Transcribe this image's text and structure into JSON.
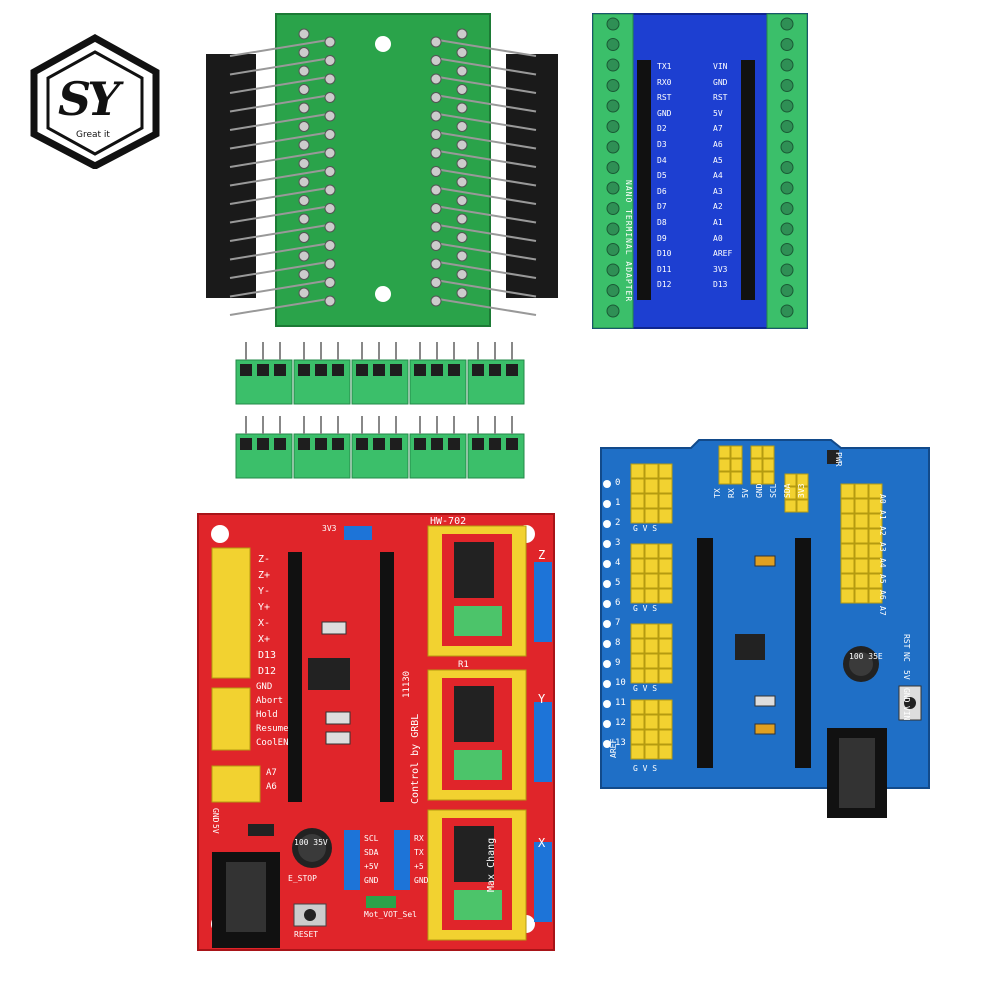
{
  "logo": {
    "letters": "SY",
    "tagline": "Great it"
  },
  "blue_adapter": {
    "title": "NANO TERMINAL ADAPTER",
    "left_pins": [
      "TX1",
      "RX0",
      "RST",
      "GND",
      "D2",
      "D3",
      "D4",
      "D5",
      "D6",
      "D7",
      "D8",
      "D9",
      "D10",
      "D11",
      "D12"
    ],
    "right_pins": [
      "VIN",
      "GND",
      "RST",
      "5V",
      "A7",
      "A6",
      "A5",
      "A4",
      "A3",
      "A2",
      "A1",
      "A0",
      "AREF",
      "3V3",
      "D13"
    ]
  },
  "cnc_shield": {
    "model": "HW-702",
    "credit": "Control by GRBL",
    "limit_labels": [
      "Z-",
      "Z+",
      "Y-",
      "Y+",
      "X-",
      "X+",
      "D13",
      "D12"
    ],
    "control_labels": [
      "GND",
      "Abort",
      "Hold",
      "Resume",
      "CoolEN"
    ],
    "analog_labels": [
      "A7",
      "A6"
    ],
    "power_labels": [
      "GND",
      "5V"
    ],
    "axis_labels": [
      "Z",
      "Y",
      "X"
    ],
    "cap_label": "100 35V",
    "reset_label": "RESET",
    "estop_label": "E_STOP",
    "jumper_label": "3V3",
    "sel_label": "Mot_VOT_Sel",
    "i2c_labels": [
      "SCL",
      "SDA",
      "+5V",
      "GND"
    ],
    "uart_labels": [
      "RX",
      "TX",
      "+5",
      "GND"
    ],
    "driver_name": "Max Chang",
    "chip_code": "11130",
    "resistor_code": "R1"
  },
  "io_shield": {
    "digital_numbers": [
      "0",
      "1",
      "2",
      "3",
      "4",
      "5",
      "6",
      "7",
      "8",
      "9",
      "10",
      "11",
      "12",
      "13"
    ],
    "top_labels": [
      "TX",
      "RX",
      "5V",
      "GND",
      "SCL",
      "SDA",
      "3V3"
    ],
    "analog_labels": [
      "A0",
      "A1",
      "A2",
      "A3",
      "A4",
      "A5",
      "A6",
      "A7"
    ],
    "power_labels": [
      "RST",
      "NC",
      "5V",
      "GND",
      "VIN"
    ],
    "gvs": "G V S",
    "aref": "AREF",
    "cap_label": "100 35E",
    "pwr": "PWR"
  },
  "colors": {
    "green_pcb": "#2aa34a",
    "blue_pcb": "#1d3fd1",
    "red_pcb": "#e0252a",
    "io_pcb": "#1f6fc6",
    "terminal_green": "#3bbf6a",
    "header_yellow": "#f2d230"
  }
}
